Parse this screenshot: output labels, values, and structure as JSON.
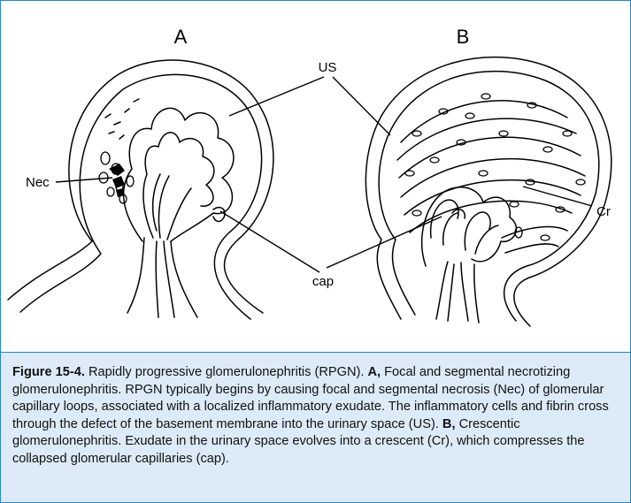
{
  "panels": {
    "a": "A",
    "b": "B"
  },
  "labels": {
    "us": "US",
    "nec": "Nec",
    "cap": "cap",
    "cr": "Cr"
  },
  "caption": {
    "figure_label": "Figure 15-4.",
    "intro": " Rapidly progressive glomerulonephritis (RPGN). ",
    "a_label": "A,",
    "a_text": " Focal and segmental necrotizing glomerulonephritis. RPGN typically begins by causing focal and segmental necrosis (Nec) of glomerular capillary loops, associated with a localized inflammatory exudate. The inflammatory cells and fibrin cross through the defect of the basement membrane into the urinary space (US). ",
    "b_label": "B,",
    "b_text": " Crescentic glomerulonephritis. Exudate in the urinary space evolves into a crescent (Cr), which compresses the collapsed glomerular capillaries (cap)."
  },
  "colors": {
    "border": "#2a86c7",
    "caption_bg": "#dcebf7",
    "ink": "#000000"
  }
}
